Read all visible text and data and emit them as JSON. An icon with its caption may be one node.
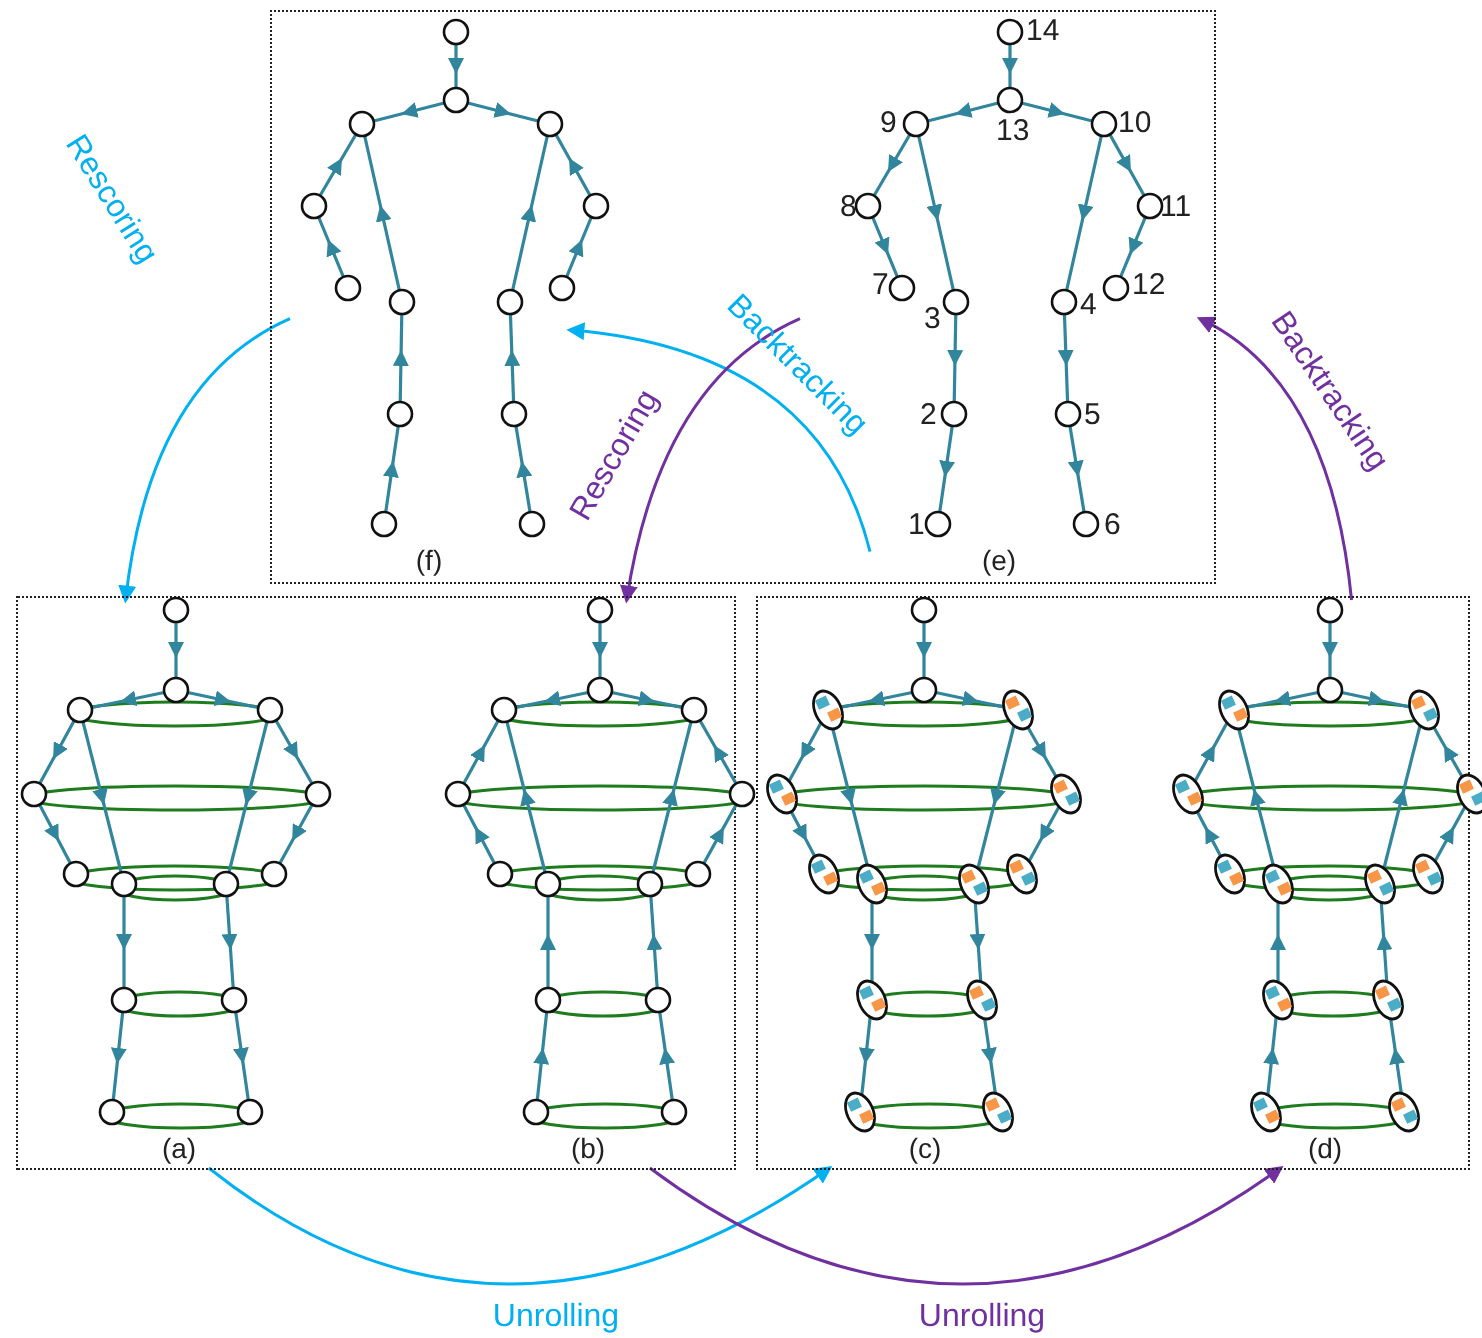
{
  "diagram": {
    "nodes": [
      {
        "text": [],
        "shape": "box"
      },
      {
        "text": [],
        "shape": "picture",
        "in": 0,
        "beside": [
          "(f)"
        ]
      },
      {
        "text": [],
        "shape": "picture",
        "in": 0,
        "beside": [
          "(e)"
        ]
      },
      {
        "text": [],
        "shape": "box"
      },
      {
        "text": [],
        "shape": "picture",
        "in": 3,
        "beside": [
          "(a)"
        ]
      },
      {
        "text": [],
        "shape": "picture",
        "in": 3,
        "beside": [
          "(b)"
        ]
      },
      {
        "text": [],
        "shape": "box"
      },
      {
        "text": [],
        "shape": "picture",
        "in": 6,
        "beside": [
          "(c)"
        ]
      },
      {
        "text": [],
        "shape": "picture",
        "in": 6,
        "beside": [
          "(d)"
        ]
      }
    ],
    "edges": [
      {
        "from": 1,
        "to": 4,
        "arrow": "to",
        "label": "Rescoring",
        "color": "#00b0f0"
      },
      {
        "from": 2,
        "to": 1,
        "arrow": "to",
        "label": "Backtracking",
        "color": "#00b0f0"
      },
      {
        "from": 2,
        "to": 5,
        "arrow": "to",
        "label": "Rescoring",
        "color": "#7030a0"
      },
      {
        "from": 8,
        "to": 2,
        "arrow": "to",
        "label": "Backtracking",
        "color": "#7030a0"
      },
      {
        "from": 4,
        "to": 7,
        "arrow": "to",
        "label": "Unrolling",
        "color": "#00b0f0"
      },
      {
        "from": 5,
        "to": 8,
        "arrow": "to",
        "label": "Unrolling",
        "color": "#7030a0"
      }
    ],
    "labels": [
      "14",
      "9",
      "13",
      "10",
      "8",
      "11",
      "7",
      "3",
      "4",
      "12",
      "2",
      "5",
      "1",
      "6"
    ]
  }
}
